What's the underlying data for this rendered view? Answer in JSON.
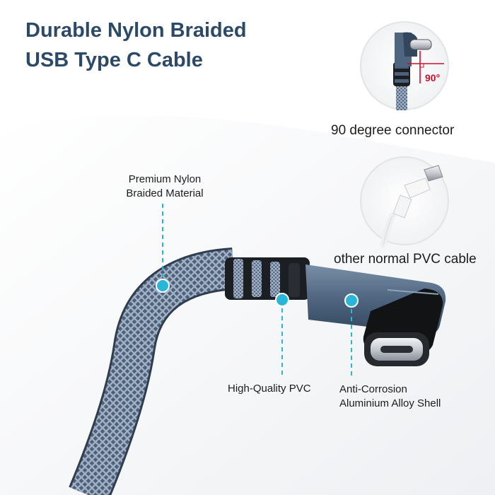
{
  "title": {
    "line1": "Durable Nylon Braided",
    "line2": "USB Type C Cable"
  },
  "callouts": {
    "nylon": {
      "line1": "Premium Nylon",
      "line2": "Braided Material"
    },
    "pvc": "High-Quality PVC",
    "shell": {
      "line1": "Anti-Corrosion",
      "line2": "Aluminium Alloy Shell"
    }
  },
  "insets": {
    "angle_label": "90°",
    "connector_caption": "90 degree connector",
    "normal_caption": "other normal PVC cable"
  },
  "colors": {
    "title": "#2c4a68",
    "accent_dot": "#29b6d8",
    "angle_red": "#c8102e",
    "braid": "#5b6f86",
    "shell": "#556a82"
  }
}
